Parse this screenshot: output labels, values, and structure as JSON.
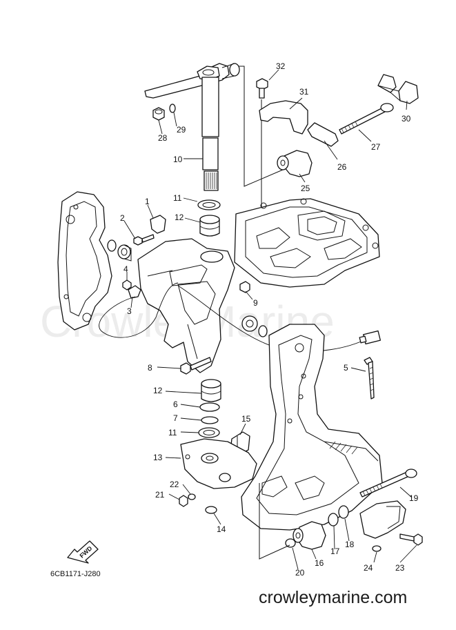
{
  "watermark": "CrowleyMarine",
  "site_text": "crowleymarine.com",
  "diagram_code": "6CB1171-J280",
  "fwd_label": "FWD",
  "callouts": {
    "c1": "1",
    "c2": "2",
    "c3": "3",
    "c4": "4",
    "c5": "5",
    "c6": "6",
    "c7": "7",
    "c8": "8",
    "c9": "9",
    "c10": "10",
    "c11a": "11",
    "c11b": "11",
    "c12a": "12",
    "c12b": "12",
    "c13": "13",
    "c14": "14",
    "c15": "15",
    "c16": "16",
    "c17": "17",
    "c18": "18",
    "c19": "19",
    "c20": "20",
    "c21": "21",
    "c22": "22",
    "c23": "23",
    "c24": "24",
    "c25": "25",
    "c26": "26",
    "c27": "27",
    "c28": "28",
    "c29": "29",
    "c30": "30",
    "c31": "31",
    "c32": "32"
  }
}
